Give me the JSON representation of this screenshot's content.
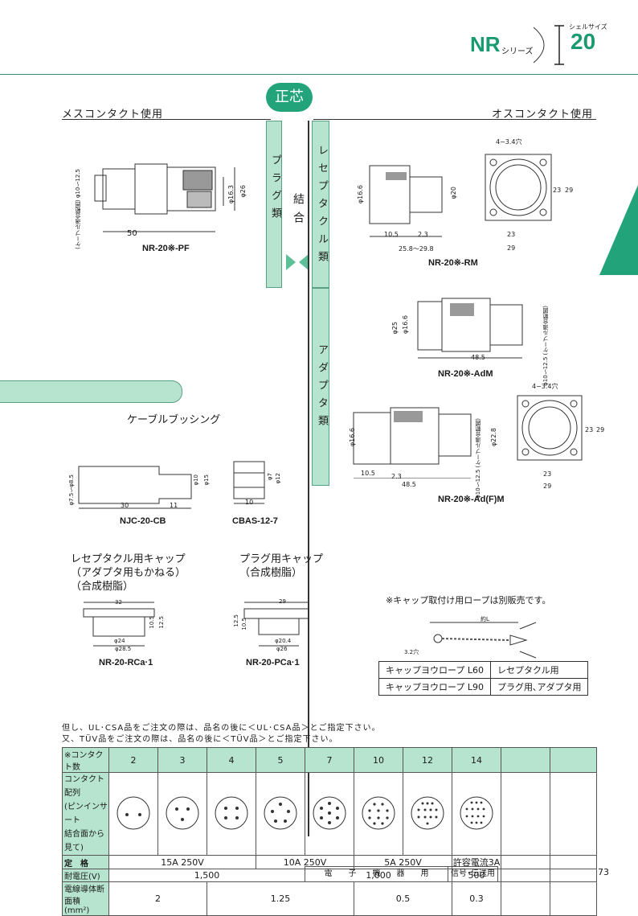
{
  "header": {
    "series_code": "NR",
    "series_suffix": "シリーズ",
    "shell_label": "シェルサイズ",
    "shell_size": "20"
  },
  "badge": "正芯",
  "sections": {
    "left": "メスコンタクト使用",
    "right": "オスコンタクト使用"
  },
  "vertical_labels": {
    "plug": "プラグ類",
    "coupling": "結合",
    "receptacle": "レセプタクル類",
    "adapter": "アダプタ類"
  },
  "parts": {
    "plug_pf": "NR-20※-PF",
    "rm": "NR-20※-RM",
    "adm": "NR-20※-AdM",
    "adfm": "NR-20※-Ad(F)M",
    "bushing_cb": "NJC-20-CB",
    "bushing_cbas": "CBAS-12-7",
    "cap_rca": "NR-20-RCa·1",
    "cap_pca": "NR-20-PCa·1"
  },
  "dims": {
    "pf_len": "50",
    "pf_d1": "φ16.3",
    "pf_d2": "φ26",
    "pf_cable": "(ケーブル適合範囲) φ10～12.5",
    "rm_a": "10.5",
    "rm_b": "2.3",
    "rm_c": "25.8～29.8",
    "rm_d": "φ16.6",
    "rm_e": "φ20",
    "rm_hole": "4−3.4穴",
    "sq_23": "23",
    "sq_29": "29",
    "adm_len": "48.5",
    "adm_d1": "φ25",
    "adm_d2": "φ16.6",
    "adm_cable": "φ10～12.5 (ケーブル適合範囲)",
    "adfm_a": "10.5",
    "adfm_b": "2.3",
    "adfm_len": "48.5",
    "adfm_d": "φ16.6",
    "adfm_d2": "φ22.8",
    "adfm_cable": "φ10～12.5 (ケーブル適合範囲)",
    "cb_30": "30",
    "cb_11": "11",
    "cb_d1": "φ7.5～φ8.5",
    "cb_d2": "φ10",
    "cb_d3": "φ15",
    "cbas_10": "10",
    "cbas_d1": "φ7",
    "cbas_d2": "φ12",
    "rca_32": "32",
    "rca_d24": "φ24",
    "rca_d285": "φ28.5",
    "rca_105": "10.5",
    "rca_125": "12.5",
    "pca_29": "29",
    "pca_d204": "φ20.4",
    "pca_d26": "φ26",
    "pca_125": "12.5",
    "pca_105": "10.5",
    "rope_len": "約L",
    "rope_hole": "3.2穴"
  },
  "bushing_title": "ケーブルブッシング",
  "cap_receptacle_title": [
    "レセプタクル用キャップ",
    "（アダプタ用もかねる）",
    "（合成樹脂）"
  ],
  "cap_plug_title": [
    "プラグ用キャップ",
    "（合成樹脂）"
  ],
  "rope_note": "※キャップ取付け用ロープは別販売です。",
  "rope_table": [
    [
      "キャップヨウロープ L60",
      "レセプタクル用"
    ],
    [
      "キャップヨウロープ L90",
      "プラグ用､アダプタ用"
    ]
  ],
  "notes": [
    "但し、UL･CSA品をご注文の際は、品名の後に＜UL･CSA品＞とご指定下さい。",
    "又、TÜV品をご注文の際は、品名の後に＜TÜV品＞とご指定下さい。"
  ],
  "spec": {
    "col_header": "※コンタクト数",
    "contacts": [
      "2",
      "3",
      "4",
      "5",
      "7",
      "10",
      "12",
      "14"
    ],
    "row_layout": [
      "コンタクト配列",
      "(ピンインサート",
      "結合面から見て)"
    ],
    "row_rating_label": "定　格",
    "rating": [
      "15A 250V",
      "10A 250V",
      "5A 250V",
      "許容電流3A"
    ],
    "row_voltage_label": "耐電圧(V)",
    "voltage": [
      "1,500",
      "1,000",
      "500"
    ],
    "row_wire_label": [
      "電線導体断面積",
      "(mm²)"
    ],
    "wire": [
      "2",
      "1.25",
      "0.5",
      "0.3"
    ],
    "footer_mid": "電　　子　　機　　器　　用",
    "footer_right": "信号･伝送用"
  },
  "page_number": "73"
}
